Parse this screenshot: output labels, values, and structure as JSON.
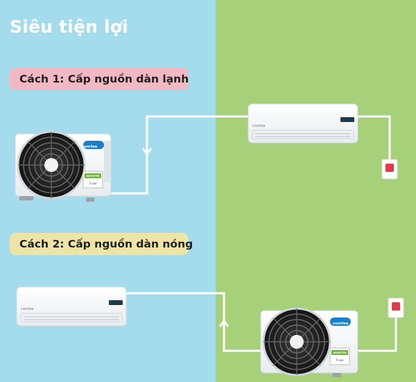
{
  "title": "Siêu tiện lợi",
  "method1": {
    "label": "Cách 1: Cấp nguồn dàn lạnh"
  },
  "method2": {
    "label": "Cách 2: Cấp nguồn dàn nóng"
  },
  "brand": {
    "name": "comfee"
  },
  "badges": {
    "inverter": "INVERTER",
    "energy": "5 sao"
  },
  "colors": {
    "left_panel": "#a4dcee",
    "right_panel": "#a6d07a",
    "pill_1": "#f3b9c3",
    "pill_2": "#ede4a6",
    "wire": "#ffffff",
    "outlet_light": "#e23a4a"
  }
}
